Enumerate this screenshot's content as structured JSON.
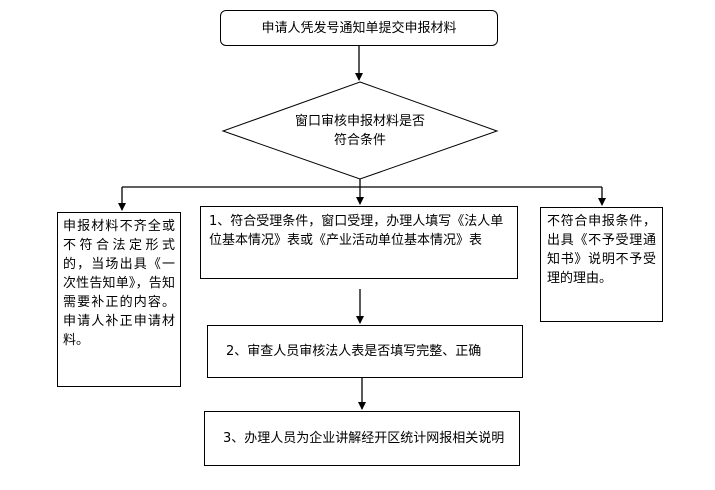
{
  "diagram": {
    "nodes": {
      "submit": "申请人凭发号通知单提交申报材料",
      "check": "窗口审核申报材料是否符合条件",
      "incomplete": "申报材料不齐全或不符合法定形式的，当场出具《一次性告知单》，告知需要补正的内容。申请人补正申请材料。",
      "accept": "1、符合受理条件，窗口受理，办理人填写《法人单位基本情况》表或《产业活动单位基本情况》表",
      "reject": "不符合申报条件，出具《不予受理通知书》说明不予受理的理由。",
      "review": "2、审查人员审核法人表是否填写完整、正确",
      "explain": "3、办理人员为企业讲解经开区统计网报相关说明"
    }
  }
}
